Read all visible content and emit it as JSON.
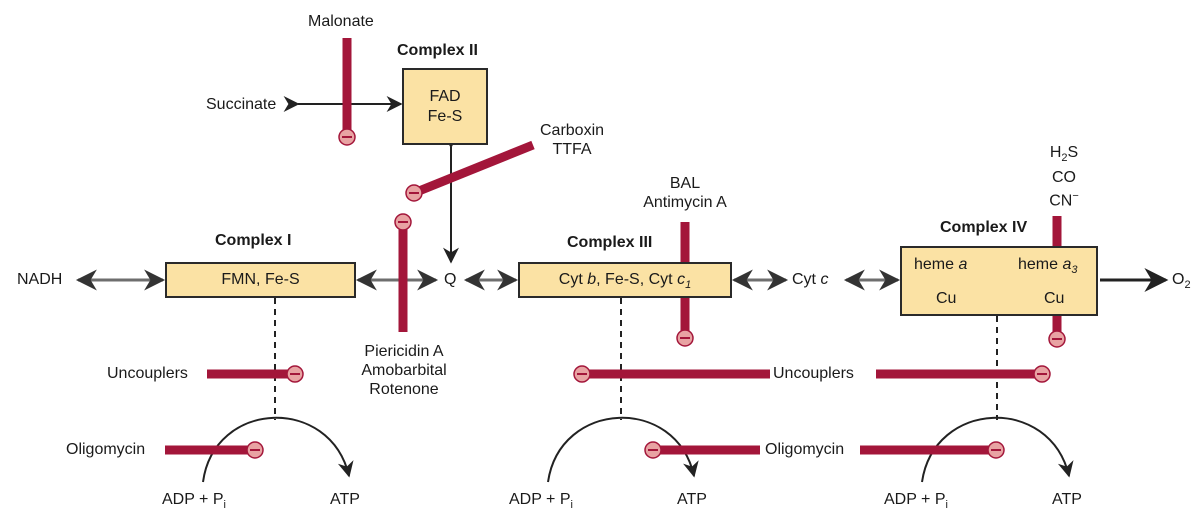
{
  "complex1": {
    "title": "Complex I",
    "content": "FMN, Fe-S"
  },
  "complex2": {
    "title": "Complex II",
    "line1": "FAD",
    "line2": "Fe-S"
  },
  "complex3": {
    "title": "Complex III",
    "cyt_b": "Cyt ",
    "b": "b",
    "mid": ", Fe-S, Cyt ",
    "c1": "c",
    "c1_sub": "1"
  },
  "complex4": {
    "title": "Complex IV",
    "heme_a": "heme ",
    "a": "a",
    "heme_a3": "heme ",
    "a3": "a",
    "a3_sub": "3",
    "cu1": "Cu",
    "cu2": "Cu"
  },
  "labels": {
    "nadh": "NADH",
    "succinate": "Succinate",
    "malonate": "Malonate",
    "carboxin": "Carboxin",
    "ttfa": "TTFA",
    "q": "Q",
    "bal": "BAL",
    "antimycin": "Antimycin A",
    "cytc_prefix": "Cyt ",
    "cytc_c": "c",
    "h2s_h": "H",
    "h2s_2": "2",
    "h2s_s": "S",
    "co": "CO",
    "cn": "CN",
    "cn_sup": "−",
    "o2": "O",
    "o2_sub": "2",
    "piericidin": "Piericidin A",
    "amobarbital": "Amobarbital",
    "rotenone": "Rotenone",
    "uncouplers1": "Uncouplers",
    "uncouplers2": "Uncouplers",
    "oligomycin1": "Oligomycin",
    "oligomycin2": "Oligomycin",
    "adp": "ADP + P",
    "adp_sub": "i",
    "atp": "ATP"
  },
  "colors": {
    "inhibitor_bar": "#a3163a",
    "inhibitor_circle": "#e8a3a3",
    "box_fill": "#fbe2a4",
    "arrow": "#6e6e6e"
  },
  "icons": {
    "inhibition": "minus-circle-icon",
    "arrowhead": "double-arrow-icon"
  }
}
